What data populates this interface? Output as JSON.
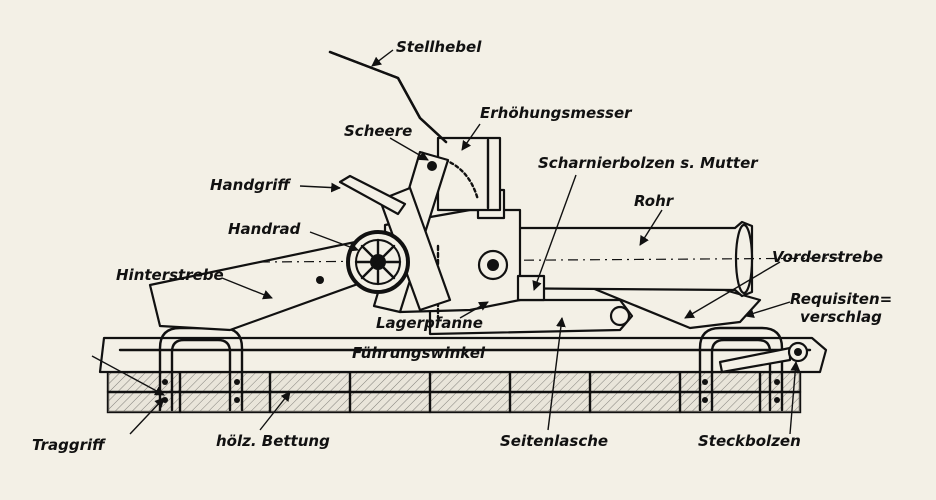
{
  "labels": {
    "stellhebel": "Stellhebel",
    "erhoehungsmesser": "Erhöhungsmesser",
    "scheere": "Scheere",
    "scharnierbolzen": "Scharnierbolzen s. Mutter",
    "handgriff": "Handgriff",
    "rohr": "Rohr",
    "handrad": "Handrad",
    "vorderstrebe": "Vorderstrebe",
    "hinterstrebe": "Hinterstrebe",
    "requisiten_1": "Requisiten=",
    "requisiten_2": "verschlag",
    "lagerpfanne": "Lagerpfanne",
    "fuehrungswinkel": "Führungswinkel",
    "traggriff": "Traggriff",
    "bettung": "hölz. Bettung",
    "seitenlasche": "Seitenlasche",
    "steckbolzen": "Steckbolzen"
  },
  "colors": {
    "ink": "#111111",
    "paper": "#f3f0e6",
    "wood": "#d8d2c2"
  }
}
